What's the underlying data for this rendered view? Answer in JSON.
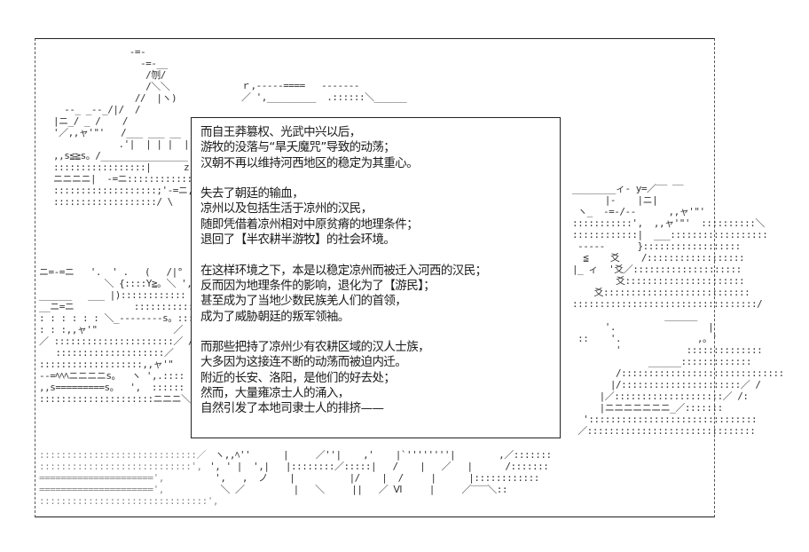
{
  "narration": {
    "paragraphs": [
      [
        "而自王莽篡权、光武中兴以后，",
        "游牧的没落与“旱夭魔咒”导致的动荡；",
        "汉朝不再以维持河西地区的稳定为其重心。"
      ],
      [
        "失去了朝廷的输血，",
        "凉州以及包括生活于凉州的汉民，",
        "随即凭借着凉州相对中原贫瘠的地理条件；",
        "退回了【半农耕半游牧】的社会环境。"
      ],
      [
        "在这样环境之下，本是以稳定凉州而被迁入河西的汉民；",
        "反而因为地理条件的影响，退化为了【游民】；",
        "甚至成为了当地少数民族羌人们的首领，",
        "成为了威胁朝廷的叛军领袖。"
      ],
      [
        "而那些把持了凉州少有农耕区域的汉人士族，",
        "大多因为这接连不断的动荡而被迫内迁。",
        "附近的长安、洛阳，是他们的好去处；",
        "然而，大量雍凉士人的涌入，",
        "自然引发了本地司隶士人的排挤——"
      ]
    ]
  },
  "ascii_art": {
    "left_top": [
      "              -=-",
      "                -=-__",
      "                 /刎/",
      "                 /＼＼",
      "               //  |ヽ)",
      "  --_ _--_/|/  /",
      "|ニ_/ _ /    /",
      "'／,,ャ'\"'   /___ ___ __",
      "            .'|  | | |  | |",
      ",,s≦≧s。/________________",
      ":::::::::::::::::|      z--z--",
      "ニニニニ|  -=ニ::::::::::::::-",
      ":::::::::::::::::::;'-=ニ,,,V",
      ":::::::::::::::::::/ \\"
    ],
    "left_mid": [
      "ニ=-=ニ   '.  ' .   (   /|°",
      "            ＼ {::::Y≧。＼ ',",
      "______   ___ |)::::::::::::  ___",
      "__ニ=ニ           ::::::::::::,'",
      ": : : : : : ＼_--------s。:::::",
      ": : :,,ャ'\"              ／",
      "／ ::::::::::::::::::::::／ /",
      "   ::::::::::::::::::::／   |; /",
      ":::::::::::::::::::,,ャ'\"   '.|",
      "--=ﾍﾍﾍニニニニs。  ヽ ',.::::",
      ",,s=========s。  ',  ::::::",
      ":::::::::::::::::::::ニニニ＼|／"
    ],
    "left_bottom": [
      ":::::::::::::::::::::::::::::／",
      "::::::::::::::::::::::::::::',",
      "=====================',",
      "=====================',",
      ":::::::::::::::::::::::::::::::',"
    ],
    "top_center": [
      "ｒ,-----====   -------",
      "／ ',_________  .::::::＼______"
    ],
    "right": [
      "________ィ‐ y=／‾‾ ‾‾",
      "      |‐    |ニ|",
      " ヽ_  -=-/--      ,,ャ'\"'",
      ":::::::::::',  ,,ャ'\"'  ::::::::::＼",
      "::::::::::::|  ___::::::::::::::::::",
      " -----      }::::::::::::::::::",
      "  ≦    爻    /::::::::::::::::::",
      "|_ ィ  '爻／::::::::::::::::::::",
      "        爻::::::::::::::::::::::",
      "    爻:::::::::::::::::::::::::::",
      "::::::::::::::::::::::::::::::::::/",
      "                 ______",
      "      '.                 |",
      " ::    '.              ,。'",
      "        '            ::::::::::::::",
      "              ______:::::::::::::",
      "        /::::::::::::::::::::::::::::::",
      "       |/::::::::::::::::::::::／ /",
      "     |／::::::::::::::::::::／ /:",
      "     |ニニニニニニニ_／:::::::",
      "  ':::::::::::::::::::::::::::::::",
      " ／:::::::::::::::::::::::::::::::"
    ],
    "bottom_title": [
      "  ヽ,,ﾍ''      |     ／''|    ,'    |`''''''''|        ,／:::::::",
      " ', ' |  ',|   |::::::::／:::::|   /    |   ／   |      /:::::::",
      "  ',   ,  ノ    |          |/    |  /     |      |::::::::::::",
      "   ＼ ／         |   ＼     ||   ／ Ⅵ     |     ／‾‾‾＼::"
    ]
  }
}
